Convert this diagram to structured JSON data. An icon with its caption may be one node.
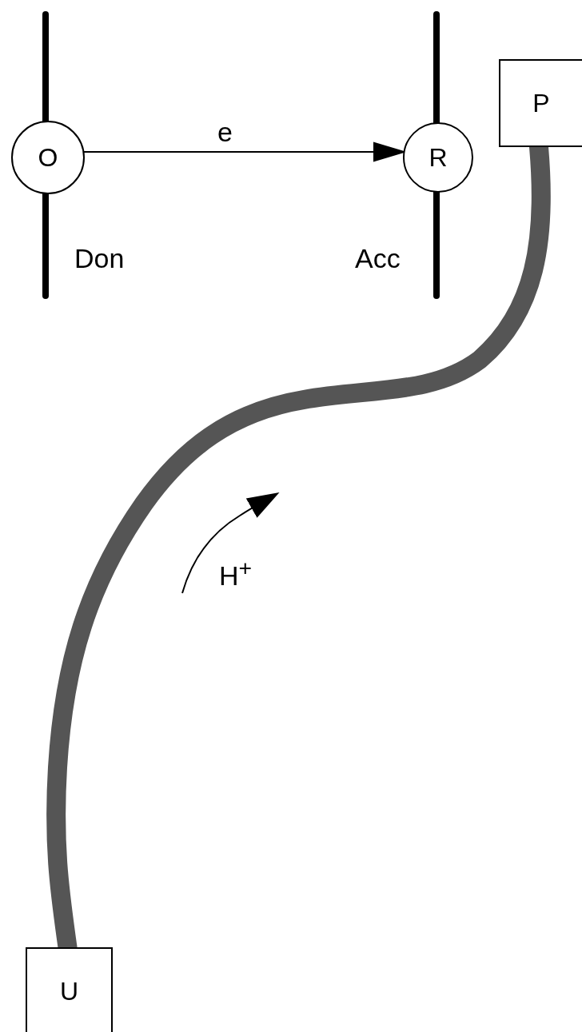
{
  "diagram": {
    "nodes": [
      {
        "text": [
          "O"
        ],
        "beside": [
          "Don"
        ]
      },
      {
        "text": [
          "R"
        ],
        "beside": [
          "Acc"
        ]
      },
      {
        "text": [
          "P"
        ]
      },
      {
        "text": [
          "U"
        ]
      }
    ],
    "edges": [
      {
        "from": 0,
        "to": 1,
        "arrow": "to",
        "label": "e"
      },
      {
        "from": 2,
        "to": 3,
        "arrow": "none",
        "style": "thick",
        "color": "#555555"
      }
    ],
    "labels": [
      "H$^{+}$"
    ]
  }
}
